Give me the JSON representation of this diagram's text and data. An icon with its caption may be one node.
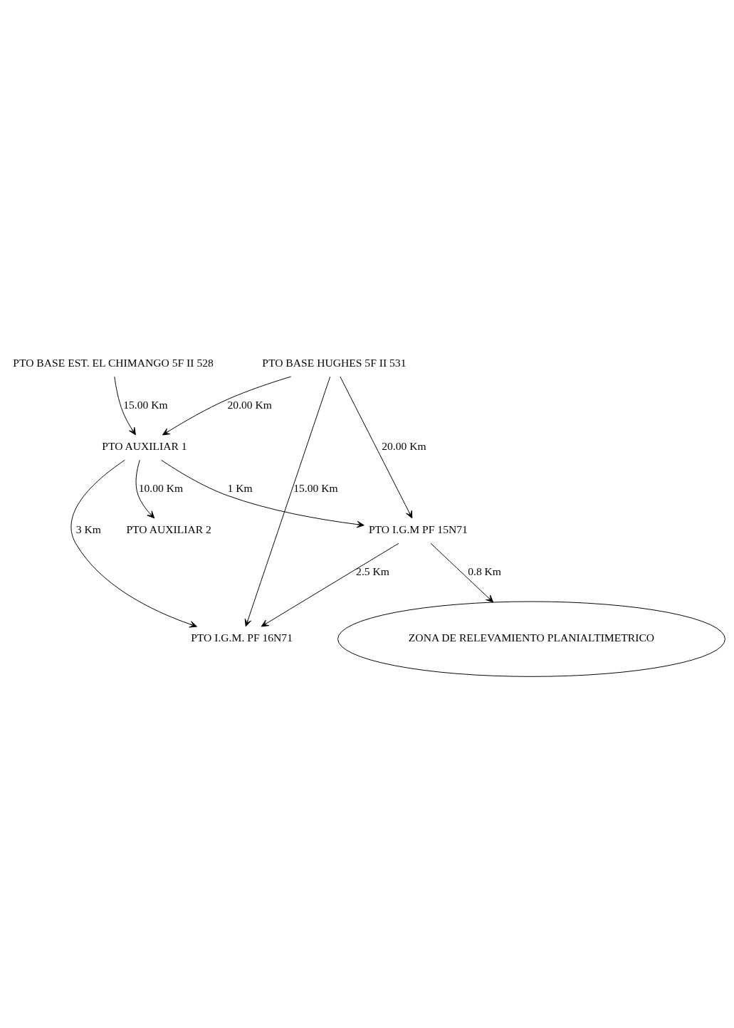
{
  "diagram": {
    "nodes": [
      {
        "text": [
          "PTO BASE EST. EL CHIMANGO 5F II 528"
        ]
      },
      {
        "text": [
          "PTO BASE HUGHES 5F II 531"
        ]
      },
      {
        "text": [
          "PTO AUXILIAR 1"
        ]
      },
      {
        "text": [
          "PTO I.G.M. PF 16N71"
        ]
      },
      {
        "text": [
          "PTO I.G.M PF 15N71"
        ]
      },
      {
        "text": [
          "ZONA DE RELEVAMIENTO PLANIALTIMETRICO"
        ]
      },
      {
        "text": [
          "PTO AUXILIAR 2"
        ]
      }
    ],
    "edges": [
      {
        "from": 0,
        "to": 2,
        "arrow": "to",
        "label": "15.00 Km"
      },
      {
        "from": 1,
        "to": 2,
        "arrow": "to",
        "label": "20.00 Km"
      },
      {
        "from": 1,
        "to": 4,
        "arrow": "to",
        "label": "20.00 Km"
      },
      {
        "from": 1,
        "to": 3,
        "arrow": "to",
        "label": "15.00 Km"
      },
      {
        "from": 2,
        "to": 3,
        "arrow": "to",
        "label": "3 Km"
      },
      {
        "from": 4,
        "to": 3,
        "arrow": "to",
        "label": "2.5 Km"
      },
      {
        "from": 2,
        "to": 4,
        "arrow": "to",
        "label": "1 Km"
      },
      {
        "from": 4,
        "to": 5,
        "arrow": "to",
        "label": "0.8 Km"
      },
      {
        "from": 2,
        "to": 6,
        "arrow": "to",
        "label": "10.00 Km"
      }
    ]
  }
}
